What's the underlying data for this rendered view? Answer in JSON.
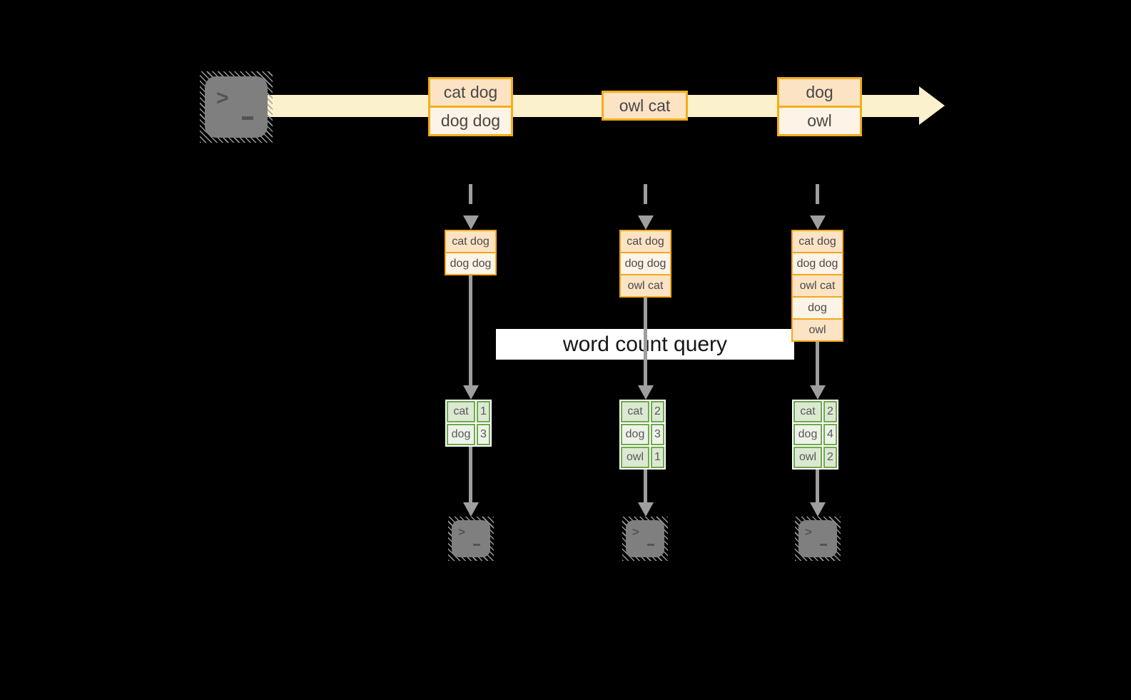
{
  "banner": {
    "label": "word count query"
  },
  "stream": {
    "source_icon": "terminal-icon",
    "records": [
      {
        "rows": [
          "cat dog",
          "dog dog"
        ]
      },
      {
        "rows": [
          "owl cat"
        ]
      },
      {
        "rows": [
          "dog",
          "owl"
        ]
      }
    ]
  },
  "columns": [
    {
      "log": [
        "cat dog",
        "dog dog"
      ],
      "counts": [
        {
          "word": "cat",
          "count": "1"
        },
        {
          "word": "dog",
          "count": "3"
        }
      ]
    },
    {
      "log": [
        "cat dog",
        "dog dog",
        "owl cat"
      ],
      "counts": [
        {
          "word": "cat",
          "count": "2"
        },
        {
          "word": "dog",
          "count": "3"
        },
        {
          "word": "owl",
          "count": "1"
        }
      ]
    },
    {
      "log": [
        "cat dog",
        "dog dog",
        "owl cat",
        "dog",
        "owl"
      ],
      "counts": [
        {
          "word": "cat",
          "count": "2"
        },
        {
          "word": "dog",
          "count": "4"
        },
        {
          "word": "owl",
          "count": "2"
        }
      ]
    }
  ],
  "colors": {
    "background": "#000000",
    "stream_band": "#fbf1cd",
    "record_border": "#f2ae1c",
    "record_fill_dark": "#fbe3c4",
    "record_fill_light": "#fdf3e6",
    "arrow_gray": "#9e9e9e",
    "table_border_green": "#6faa4e",
    "table_fill_dark": "#dce9d2",
    "table_fill_light": "#eef3e9",
    "terminal_gray": "#7f7f7f",
    "banner_bg": "#ffffff"
  }
}
